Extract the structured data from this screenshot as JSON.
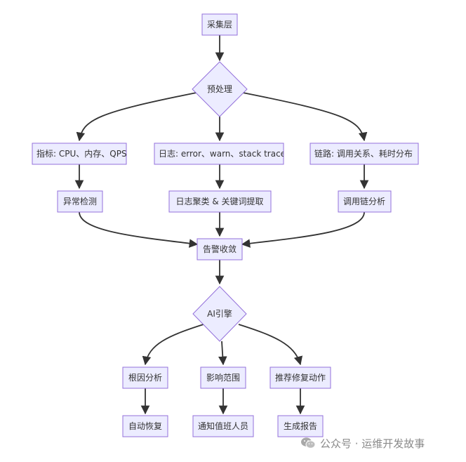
{
  "nodes": {
    "collect": "采集层",
    "preprocess": "预处理",
    "metrics": "指标: CPU、内存、QPS",
    "logs": "日志: error、warn、stack trace",
    "trace": "链路: 调用关系、耗时分布",
    "anomaly": "异常检测",
    "log_cluster": "日志聚类 & 关键词提取",
    "call_chain": "调用链分析",
    "alert": "告警收敛",
    "ai_engine": "AI引擎",
    "root_cause": "根因分析",
    "impact": "影响范围",
    "recommend": "推荐修复动作",
    "auto_recover": "自动恢复",
    "notify": "通知值班人员",
    "report": "生成报告"
  },
  "watermark": {
    "text": "公众号 · 运维开发故事",
    "icon": "wechat-icon"
  },
  "colors": {
    "node_fill": "#ececff",
    "node_border": "#9370db",
    "edge": "#333333"
  }
}
